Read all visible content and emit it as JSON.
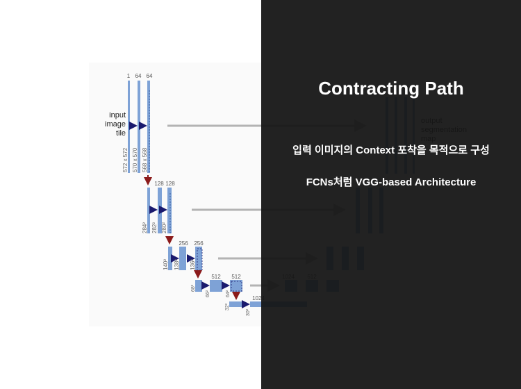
{
  "slide": {
    "title": "Contracting Path",
    "line1": "입력 이미지의 Context 포착을 목적으로 구성",
    "line2": "FCNs처럼 VGG-based Architecture"
  },
  "diagram": {
    "input_label": [
      "input",
      "image",
      "tile"
    ],
    "output_label": [
      "output",
      "segmentation",
      "map"
    ],
    "level1": {
      "channels": [
        "1",
        "64",
        "64"
      ],
      "sizes": [
        "572 x 572",
        "570 x 570",
        "568 x 568"
      ]
    },
    "level2": {
      "channels": [
        "128",
        "128"
      ],
      "sizes": [
        "284²",
        "282²",
        "280²"
      ]
    },
    "level3": {
      "channels": [
        "256",
        "256"
      ],
      "sizes": [
        "140²",
        "138²",
        "136²"
      ]
    },
    "level4": {
      "channels": [
        "512",
        "512"
      ],
      "sizes": [
        "68²",
        "66²",
        "64²"
      ]
    },
    "level5": {
      "channels": [
        "1024"
      ],
      "sizes": [
        "32²",
        "30²"
      ]
    },
    "right_channels": [
      "1024",
      "512"
    ],
    "colors": {
      "block": "#7ea2d6",
      "conv_arrow": "#1a1a6e",
      "pool_arrow": "#8b1a1a",
      "copy_arrow": "#b3b3b3",
      "overlay": "#141414"
    }
  }
}
